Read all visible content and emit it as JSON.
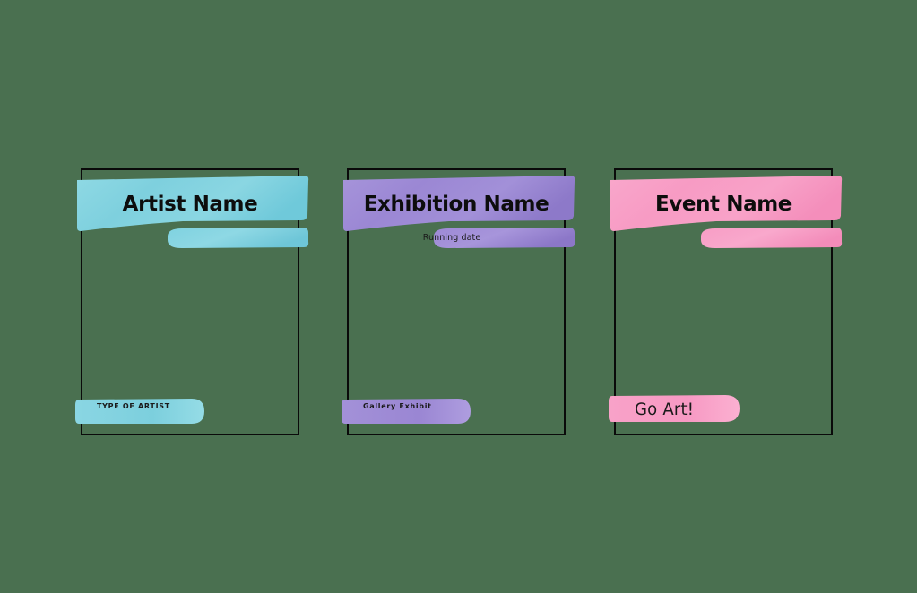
{
  "page": {
    "background_color": "#4a7050",
    "layout": "three-poster-templates-row"
  },
  "cards": [
    {
      "id": "artist",
      "title": "Artist Name",
      "subtitle": "",
      "footer_label": "TYPE OF ARTIST",
      "accent_color": "#7ed4e0",
      "accent_color_dark": "#5cc3d4",
      "border_color": "#0a0a0a",
      "text_color": "#0d0d0d"
    },
    {
      "id": "exhibition",
      "title": "Exhibition Name",
      "subtitle": "Running date",
      "footer_label": "Gallery Exhibit",
      "accent_color": "#9b87d4",
      "accent_color_dark": "#8670c4",
      "border_color": "#0a0a0a",
      "text_color": "#0d0d0d"
    },
    {
      "id": "event",
      "title": "Event Name",
      "subtitle": "",
      "footer_label": "Go Art!",
      "accent_color": "#f79bc4",
      "accent_color_dark": "#f286b5",
      "border_color": "#0a0a0a",
      "text_color": "#0d0d0d"
    }
  ]
}
